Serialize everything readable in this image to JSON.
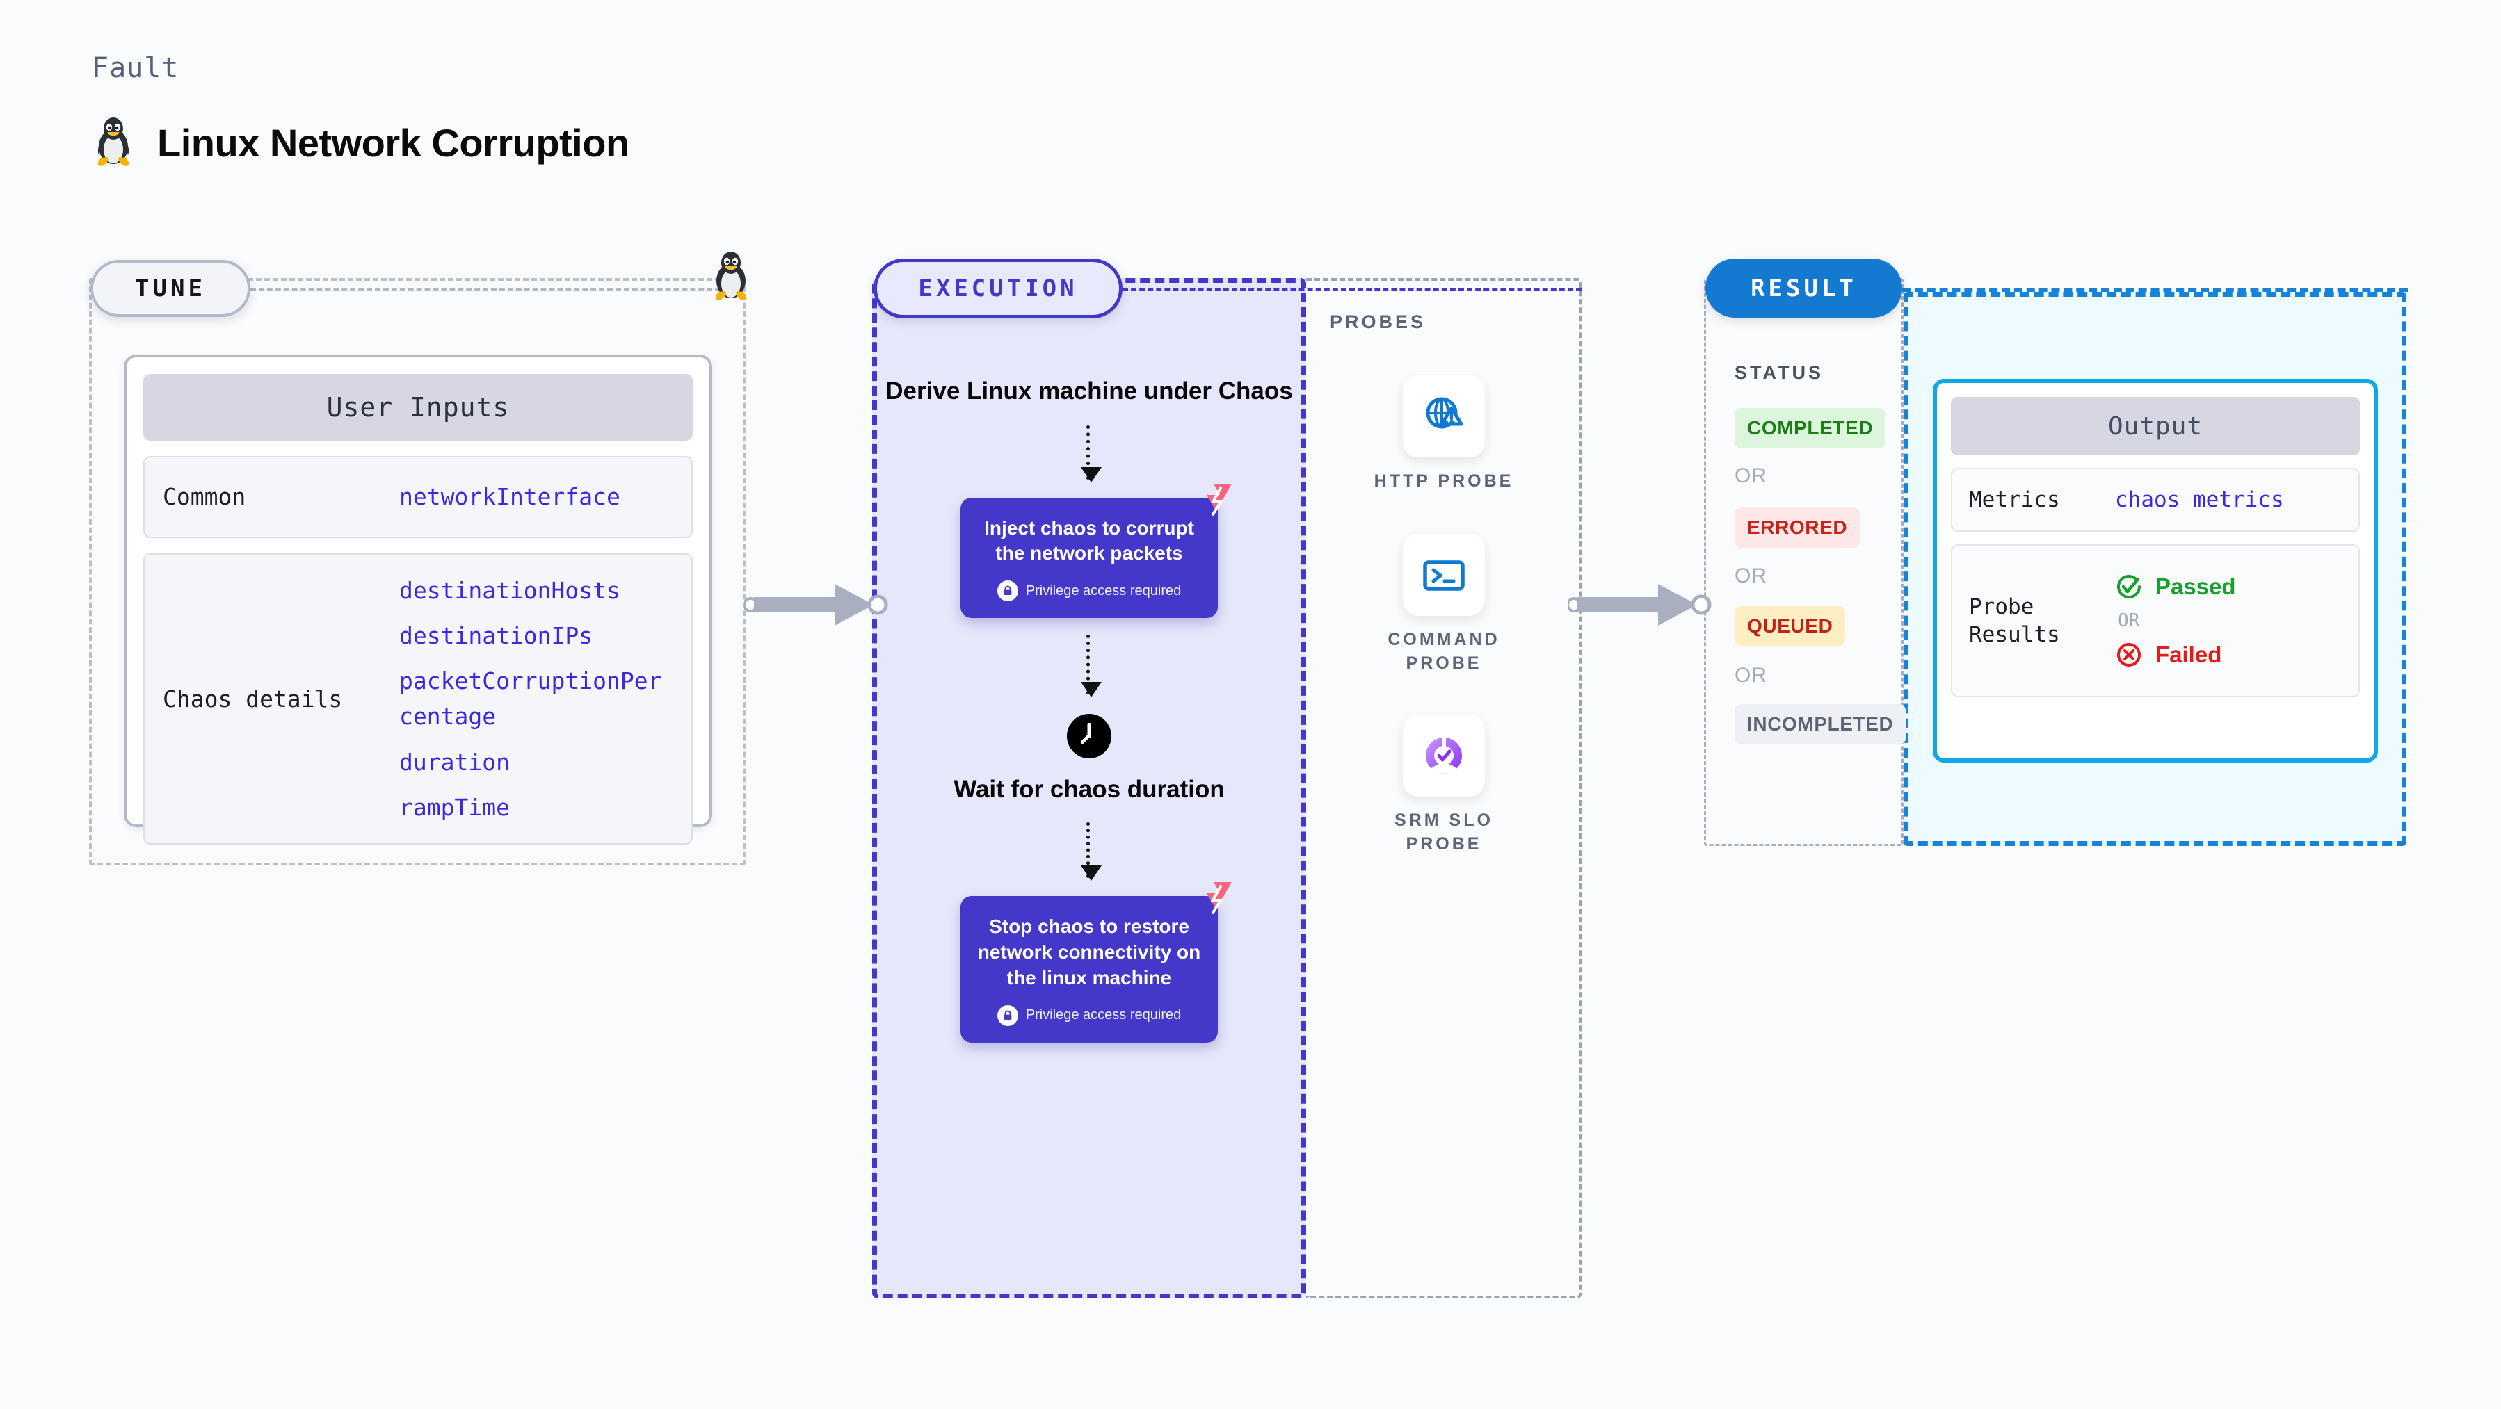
{
  "header": {
    "eyebrow": "Fault",
    "title": "Linux Network Corruption",
    "icon": "tux-penguin-icon"
  },
  "stages": {
    "tune": {
      "badge": "TUNE"
    },
    "execution": {
      "badge": "EXECUTION"
    },
    "result": {
      "badge": "RESULT"
    }
  },
  "tune": {
    "card_title": "User Inputs",
    "rows": [
      {
        "key": "Common",
        "values": [
          "networkInterface"
        ]
      },
      {
        "key": "Chaos details",
        "values": [
          "destinationHosts",
          "destinationIPs",
          "packetCorruptionPercentage",
          "duration",
          "rampTime"
        ]
      }
    ]
  },
  "execution": {
    "start_label": "Derive Linux machine under Chaos",
    "inject_node": {
      "text": "Inject chaos to corrupt the network packets",
      "privilege": "Privilege access required",
      "lock_icon": "lock-icon",
      "corner_icon": "harness-logo-icon"
    },
    "wait_label": "Wait for chaos duration",
    "wait_icon": "clock-icon",
    "stop_node": {
      "text": "Stop chaos to restore network connectivity on the linux machine",
      "privilege": "Privilege access required",
      "lock_icon": "lock-icon",
      "corner_icon": "harness-logo-icon"
    }
  },
  "probes": {
    "label": "PROBES",
    "items": [
      {
        "label": "HTTP PROBE",
        "icon": "globe-warning-icon"
      },
      {
        "label": "COMMAND PROBE",
        "icon": "terminal-icon"
      },
      {
        "label": "SRM SLO PROBE",
        "icon": "slo-donut-check-icon"
      }
    ]
  },
  "status": {
    "label": "STATUS",
    "or_label": "OR",
    "chips": [
      {
        "text": "COMPLETED",
        "bg": "#ddf5dd",
        "fg": "#1a8015"
      },
      {
        "text": "ERRORED",
        "bg": "#fde8e7",
        "fg": "#cc2018"
      },
      {
        "text": "QUEUED",
        "bg": "#fdeec4",
        "fg": "#c02314"
      },
      {
        "text": "INCOMPLETED",
        "bg": "#eff0f5",
        "fg": "#5d6478"
      }
    ]
  },
  "output": {
    "card_title": "Output",
    "metrics_key": "Metrics",
    "metrics_value": "chaos metrics",
    "probe_results_key": "Probe Results",
    "passed_label": "Passed",
    "failed_label": "Failed",
    "or_label": "OR",
    "passed_icon": "check-circle-icon",
    "failed_icon": "x-circle-icon"
  },
  "colors": {
    "execution_accent": "#4338ca",
    "result_accent": "#1683d8",
    "output_border": "#10a7e8",
    "value_blue": "#3b28e0",
    "harness_pink": "#f9637f",
    "tune_border": "#b9bfce"
  }
}
